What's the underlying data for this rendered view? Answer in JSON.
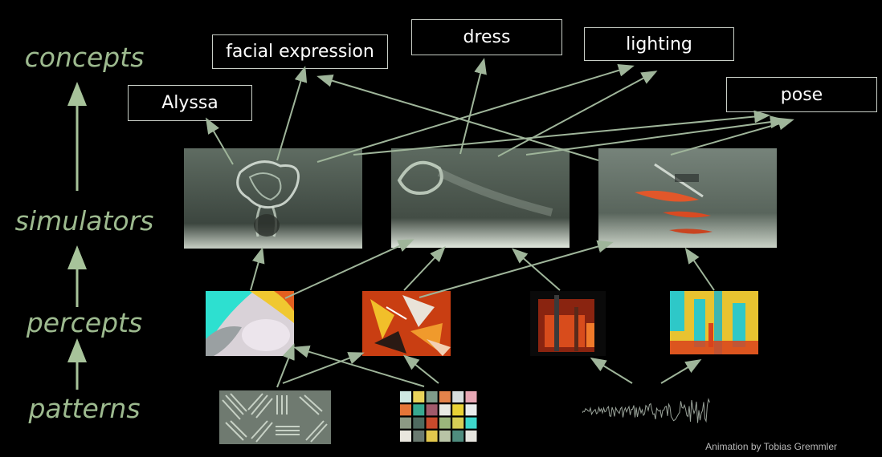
{
  "levels": {
    "concepts": "concepts",
    "simulators": "simulators",
    "percepts": "percepts",
    "patterns": "patterns"
  },
  "concepts": {
    "alyssa": "Alyssa",
    "facial_expression": "facial expression",
    "dress": "dress",
    "lighting": "lighting",
    "pose": "pose"
  },
  "credit": "Animation by Tobias Gremmler",
  "colors": {
    "level_text": "#9dba8f",
    "arrow": "#9fb59a",
    "box_border": "#c9cfc7",
    "credit_text": "#b8b8b8"
  }
}
